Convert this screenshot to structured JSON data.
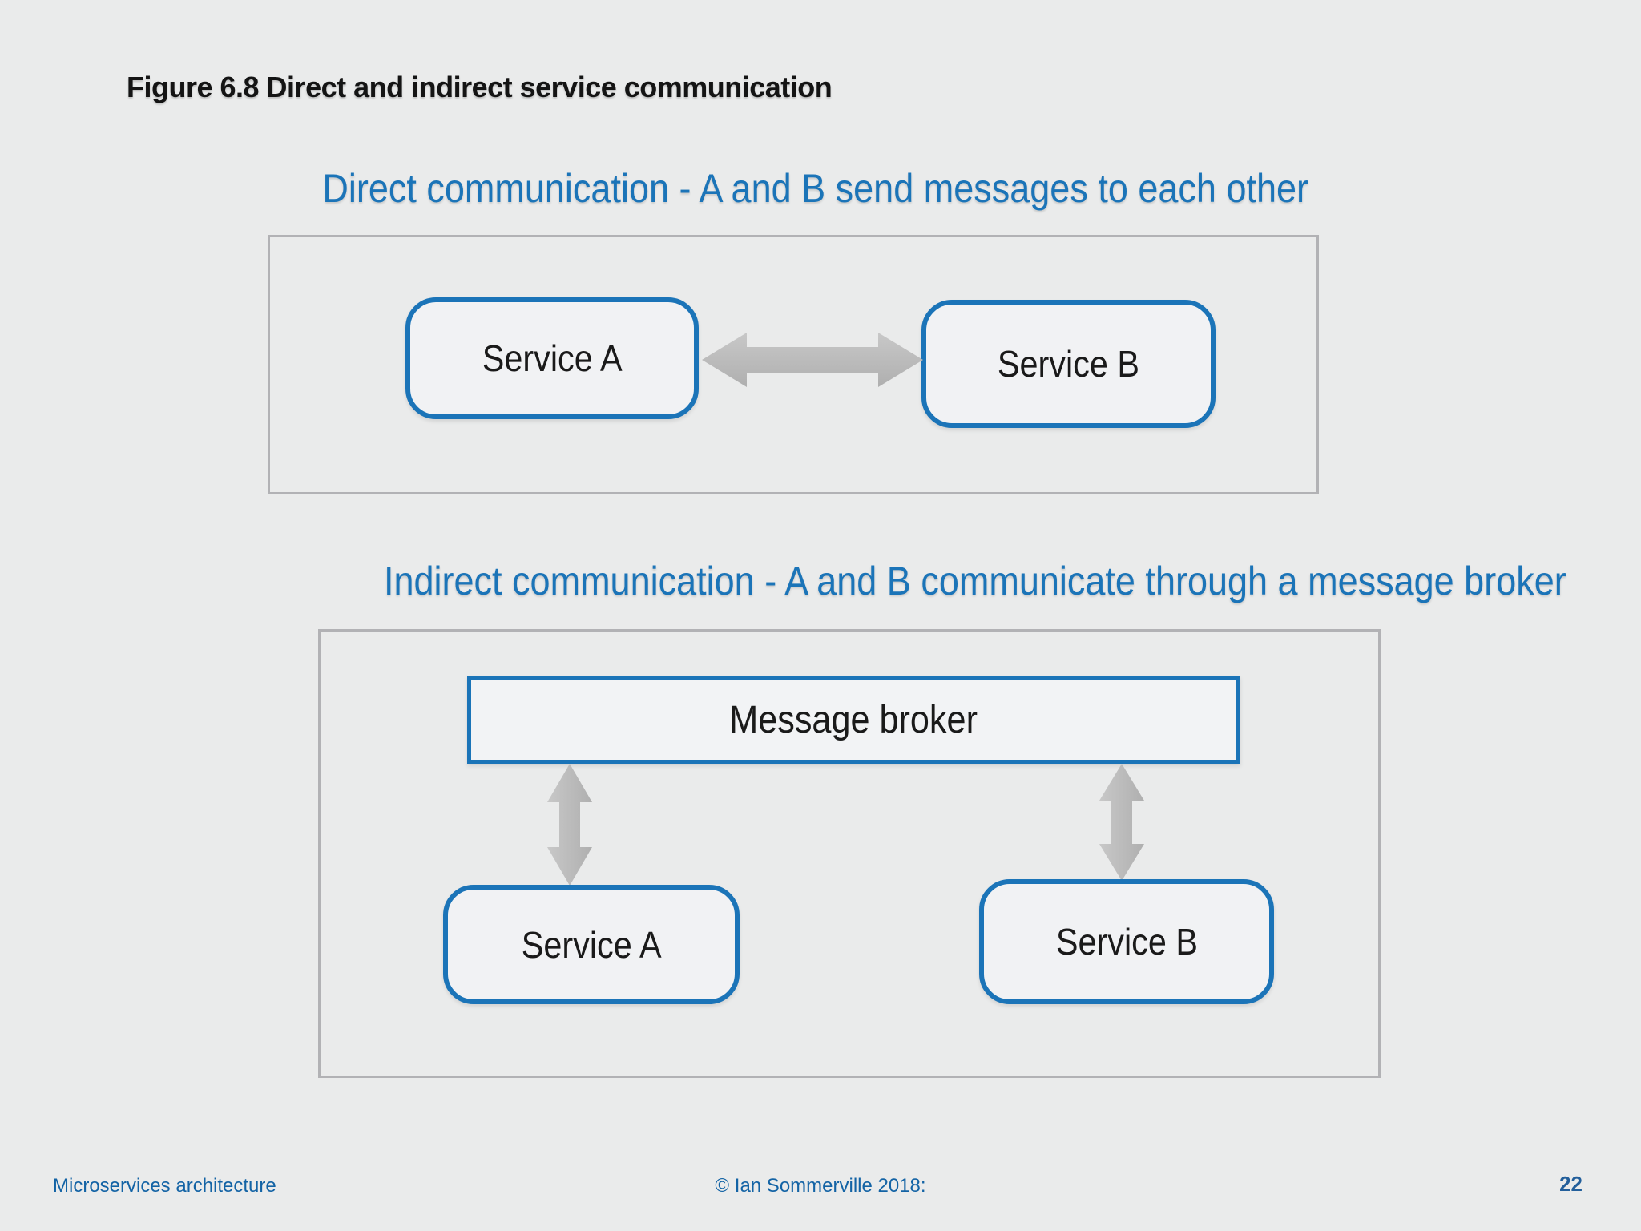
{
  "page_title": "Figure 6.8 Direct and indirect service communication",
  "direct_section": {
    "heading": "Direct communication - A and B send messages to each other",
    "service_a_label": "Service A",
    "service_b_label": "Service B",
    "arrow_icon": "horizontal-double-headed-arrow"
  },
  "indirect_section": {
    "heading": "Indirect communication - A and B communicate through a message broker",
    "broker_label": "Message broker",
    "service_a_label": "Service A",
    "service_b_label": "Service B",
    "arrow_icon": "vertical-double-headed-arrow"
  },
  "footer": {
    "left": "Microservices architecture",
    "center": "© Ian Sommerville 2018:",
    "page_number": "22"
  },
  "colors": {
    "background": "#EAEBEB",
    "heading_blue": "#1B74B8",
    "node_border_blue": "#1B74B8",
    "node_fill": "#F1F2F4",
    "frame_border_gray": "#B2B2B5",
    "arrow_gray": "#BDBDBD",
    "footer_blue": "#1363A5",
    "page_number_blue": "#235F9B",
    "title_black": "#141414"
  }
}
